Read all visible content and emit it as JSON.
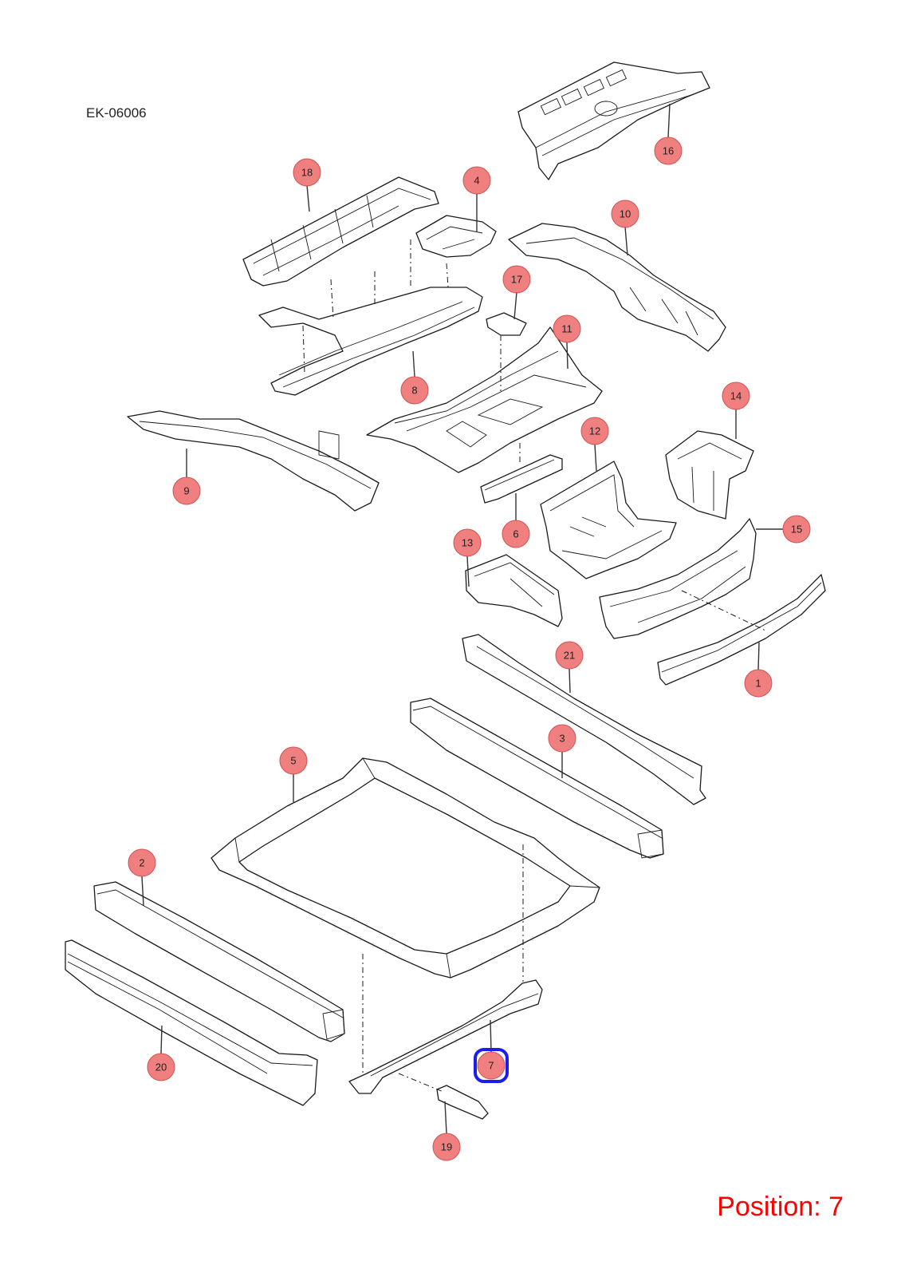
{
  "drawing_code": "EK-06006",
  "selection": {
    "label": "Position: 7",
    "selected_callout": "7",
    "highlight_color": "#1c1cf0"
  },
  "callout_color": "#f07a7a",
  "callouts": [
    "1",
    "2",
    "3",
    "4",
    "5",
    "6",
    "7",
    "8",
    "9",
    "10",
    "11",
    "12",
    "13",
    "14",
    "15",
    "16",
    "17",
    "18",
    "19",
    "20",
    "21"
  ]
}
